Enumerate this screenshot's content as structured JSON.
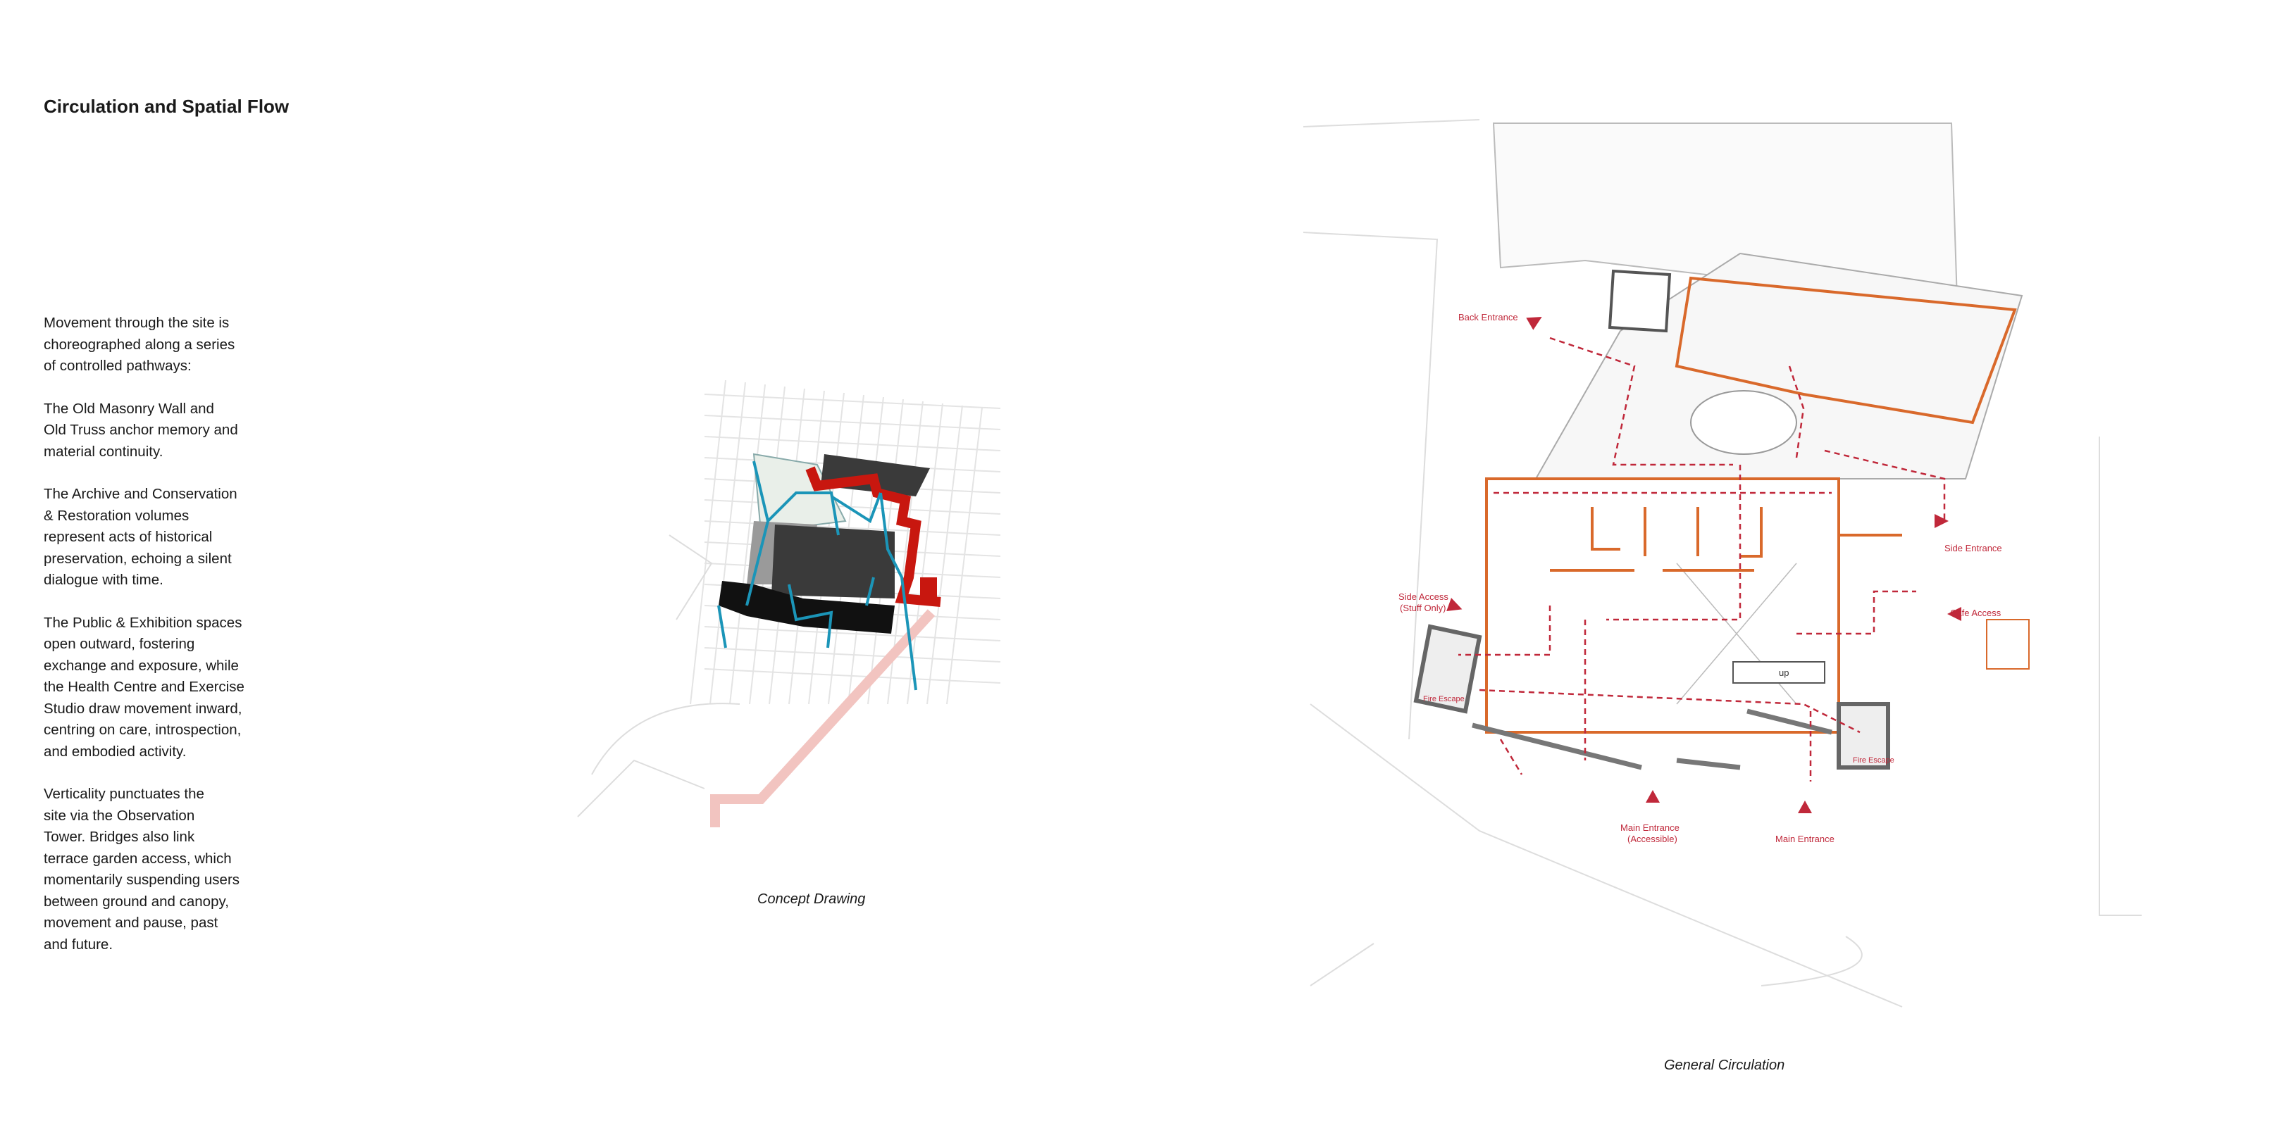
{
  "title": "Circulation and Spatial Flow",
  "paragraphs": [
    "Movement through the site is\nchoreographed along a series\nof controlled pathways:",
    "The Old Masonry Wall and\nOld Truss anchor memory and\nmaterial continuity.",
    "The Archive and Conservation\n& Restoration volumes\nrepresent acts of historical\npreservation, echoing a silent\ndialogue with time.",
    "The Public & Exhibition spaces\nopen outward, fostering\nexchange and exposure, while\nthe Health Centre and Exercise\nStudio draw movement inward,\ncentring on care, introspection,\nand embodied activity.",
    "Verticality punctuates the\nsite via the Observation\nTower. Bridges also link\nterrace garden access, which\nmomentarily suspending users\nbetween ground and canopy,\nmovement and pause, past\nand future."
  ],
  "concept": {
    "caption": "Concept Drawing"
  },
  "plan": {
    "caption": "General Circulation",
    "labels": {
      "back_entrance": "Back Entrance",
      "side_entrance": "Side Entrance",
      "side_access": "Side Access",
      "side_access_note": "(Stuff Only)",
      "cafe_access": "Cafe Access",
      "fire_escape_left": "Fire Escape",
      "fire_escape_right": "Fire Escape",
      "main_entrance_accessible": "Main Entrance",
      "main_entrance_accessible_note": "(Accessible)",
      "main_entrance": "Main Entrance",
      "stair_up": "up"
    }
  },
  "colors": {
    "circulation": "#c0283a",
    "structure": "#d9692b",
    "concept_red": "#c8170f",
    "concept_blue": "#1b95b8",
    "concept_path": "#f2c4c0"
  }
}
